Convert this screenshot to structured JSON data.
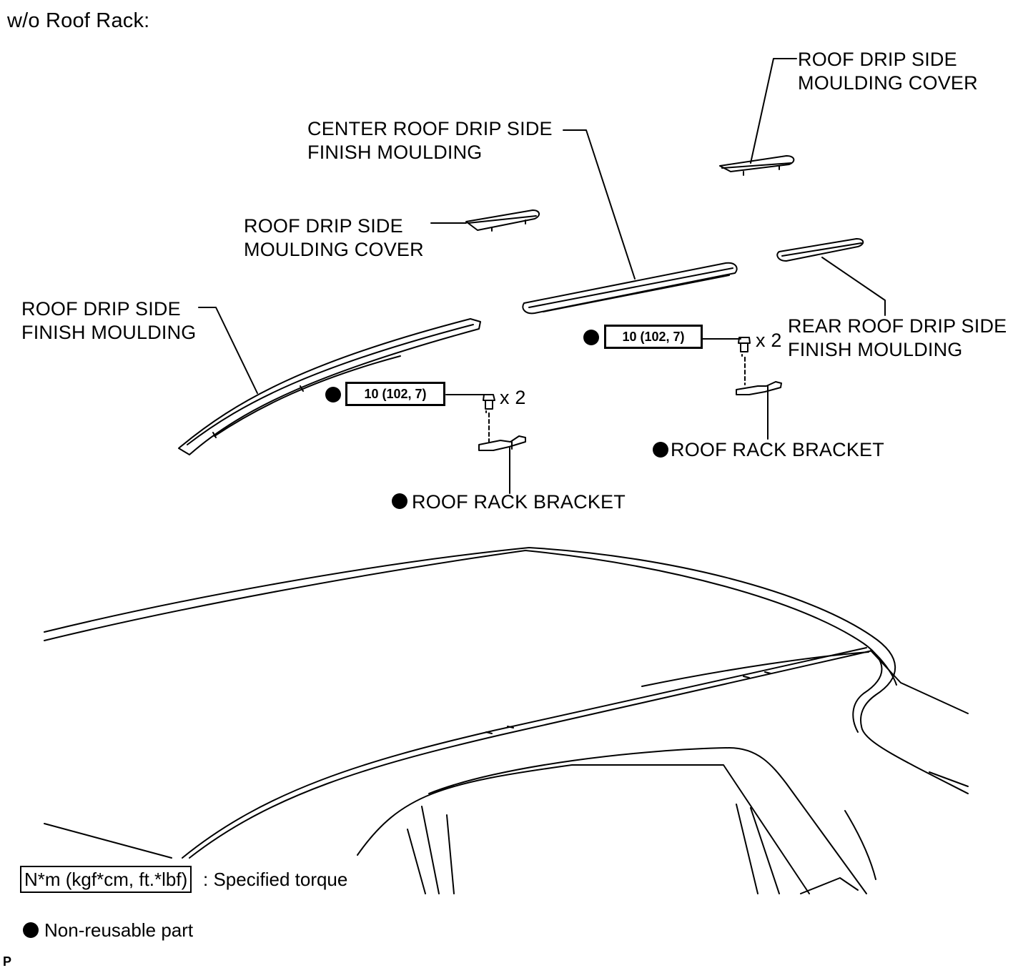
{
  "header": {
    "title": "w/o Roof Rack:"
  },
  "labels": {
    "rear_cover": [
      "ROOF DRIP SIDE",
      "MOULDING COVER"
    ],
    "center_moulding": [
      "CENTER ROOF DRIP SIDE",
      "FINISH MOULDING"
    ],
    "front_cover": [
      "ROOF DRIP SIDE",
      "MOULDING COVER"
    ],
    "front_moulding": [
      "ROOF DRIP SIDE",
      "FINISH MOULDING"
    ],
    "rear_moulding": [
      "REAR ROOF DRIP SIDE",
      "FINISH MOULDING"
    ],
    "bracket_front": "ROOF RACK BRACKET",
    "bracket_rear": "ROOF RACK BRACKET"
  },
  "torque": {
    "front": "10 (102, 7)",
    "rear": "10 (102, 7)",
    "qty_front": "x 2",
    "qty_rear": "x 2"
  },
  "legend": {
    "torque_unit": "N*m (kgf*cm, ft.*lbf)",
    "torque_desc": ": Specified torque",
    "nonreusable": "Non-reusable part"
  },
  "footer": {
    "code": "P"
  }
}
